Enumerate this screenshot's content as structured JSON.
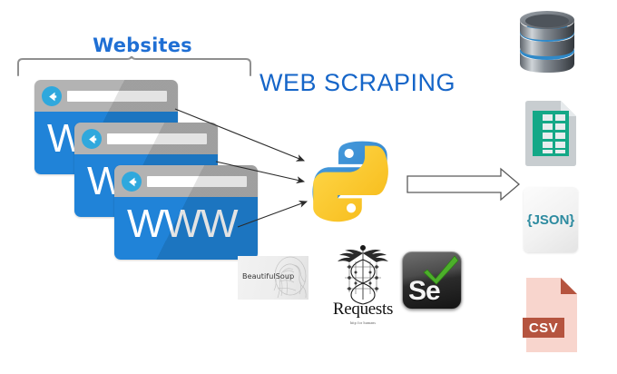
{
  "diagram": {
    "title": "WEB SCRAPING",
    "title_color": "#1565c8",
    "background": "#ffffff"
  },
  "sources": {
    "group_label": "Websites",
    "group_label_color": "#1f6fd4",
    "bracket_name": "websites-bracket",
    "windows": [
      {
        "label": "WWW",
        "titlebar_color": "#b3b3b3",
        "body_color": "#2083d8",
        "back_icon": "back-arrow-icon"
      },
      {
        "label": "WWW",
        "titlebar_color": "#b3b3b3",
        "body_color": "#2083d8",
        "back_icon": "back-arrow-icon"
      },
      {
        "label": "WWW",
        "titlebar_color": "#b3b3b3",
        "body_color": "#2083d8",
        "back_icon": "back-arrow-icon"
      }
    ]
  },
  "engine": {
    "name": "Python",
    "icon": "python-logo-icon",
    "blue": "#3572A5",
    "yellow": "#FFD43B"
  },
  "libraries": [
    {
      "name": "BeautifulSoup",
      "label": "BeautifulSoup",
      "icon": "beautifulsoup-logo-icon"
    },
    {
      "name": "Requests",
      "label": "Requests",
      "tagline": "http for humans",
      "icon": "requests-caduceus-icon"
    },
    {
      "name": "Selenium",
      "label": "Se",
      "icon": "selenium-logo-icon"
    }
  ],
  "outputs": [
    {
      "name": "database",
      "label": "",
      "icon": "database-cylinder-icon",
      "color": "#6e747a"
    },
    {
      "name": "spreadsheet",
      "label": "",
      "icon": "spreadsheet-file-icon",
      "color": "#12a67e"
    },
    {
      "name": "json",
      "label": "{JSON}",
      "icon": "json-file-icon",
      "color": "#2d8ba0"
    },
    {
      "name": "csv",
      "label": "CSV",
      "icon": "csv-file-icon",
      "color": "#b5543f"
    }
  ],
  "arrows": {
    "input_arrow_count": 3,
    "input_arrow_color": "#333333",
    "output_arrow_name": "output-flow-arrow",
    "output_arrow_color": "#4a4a4a"
  }
}
